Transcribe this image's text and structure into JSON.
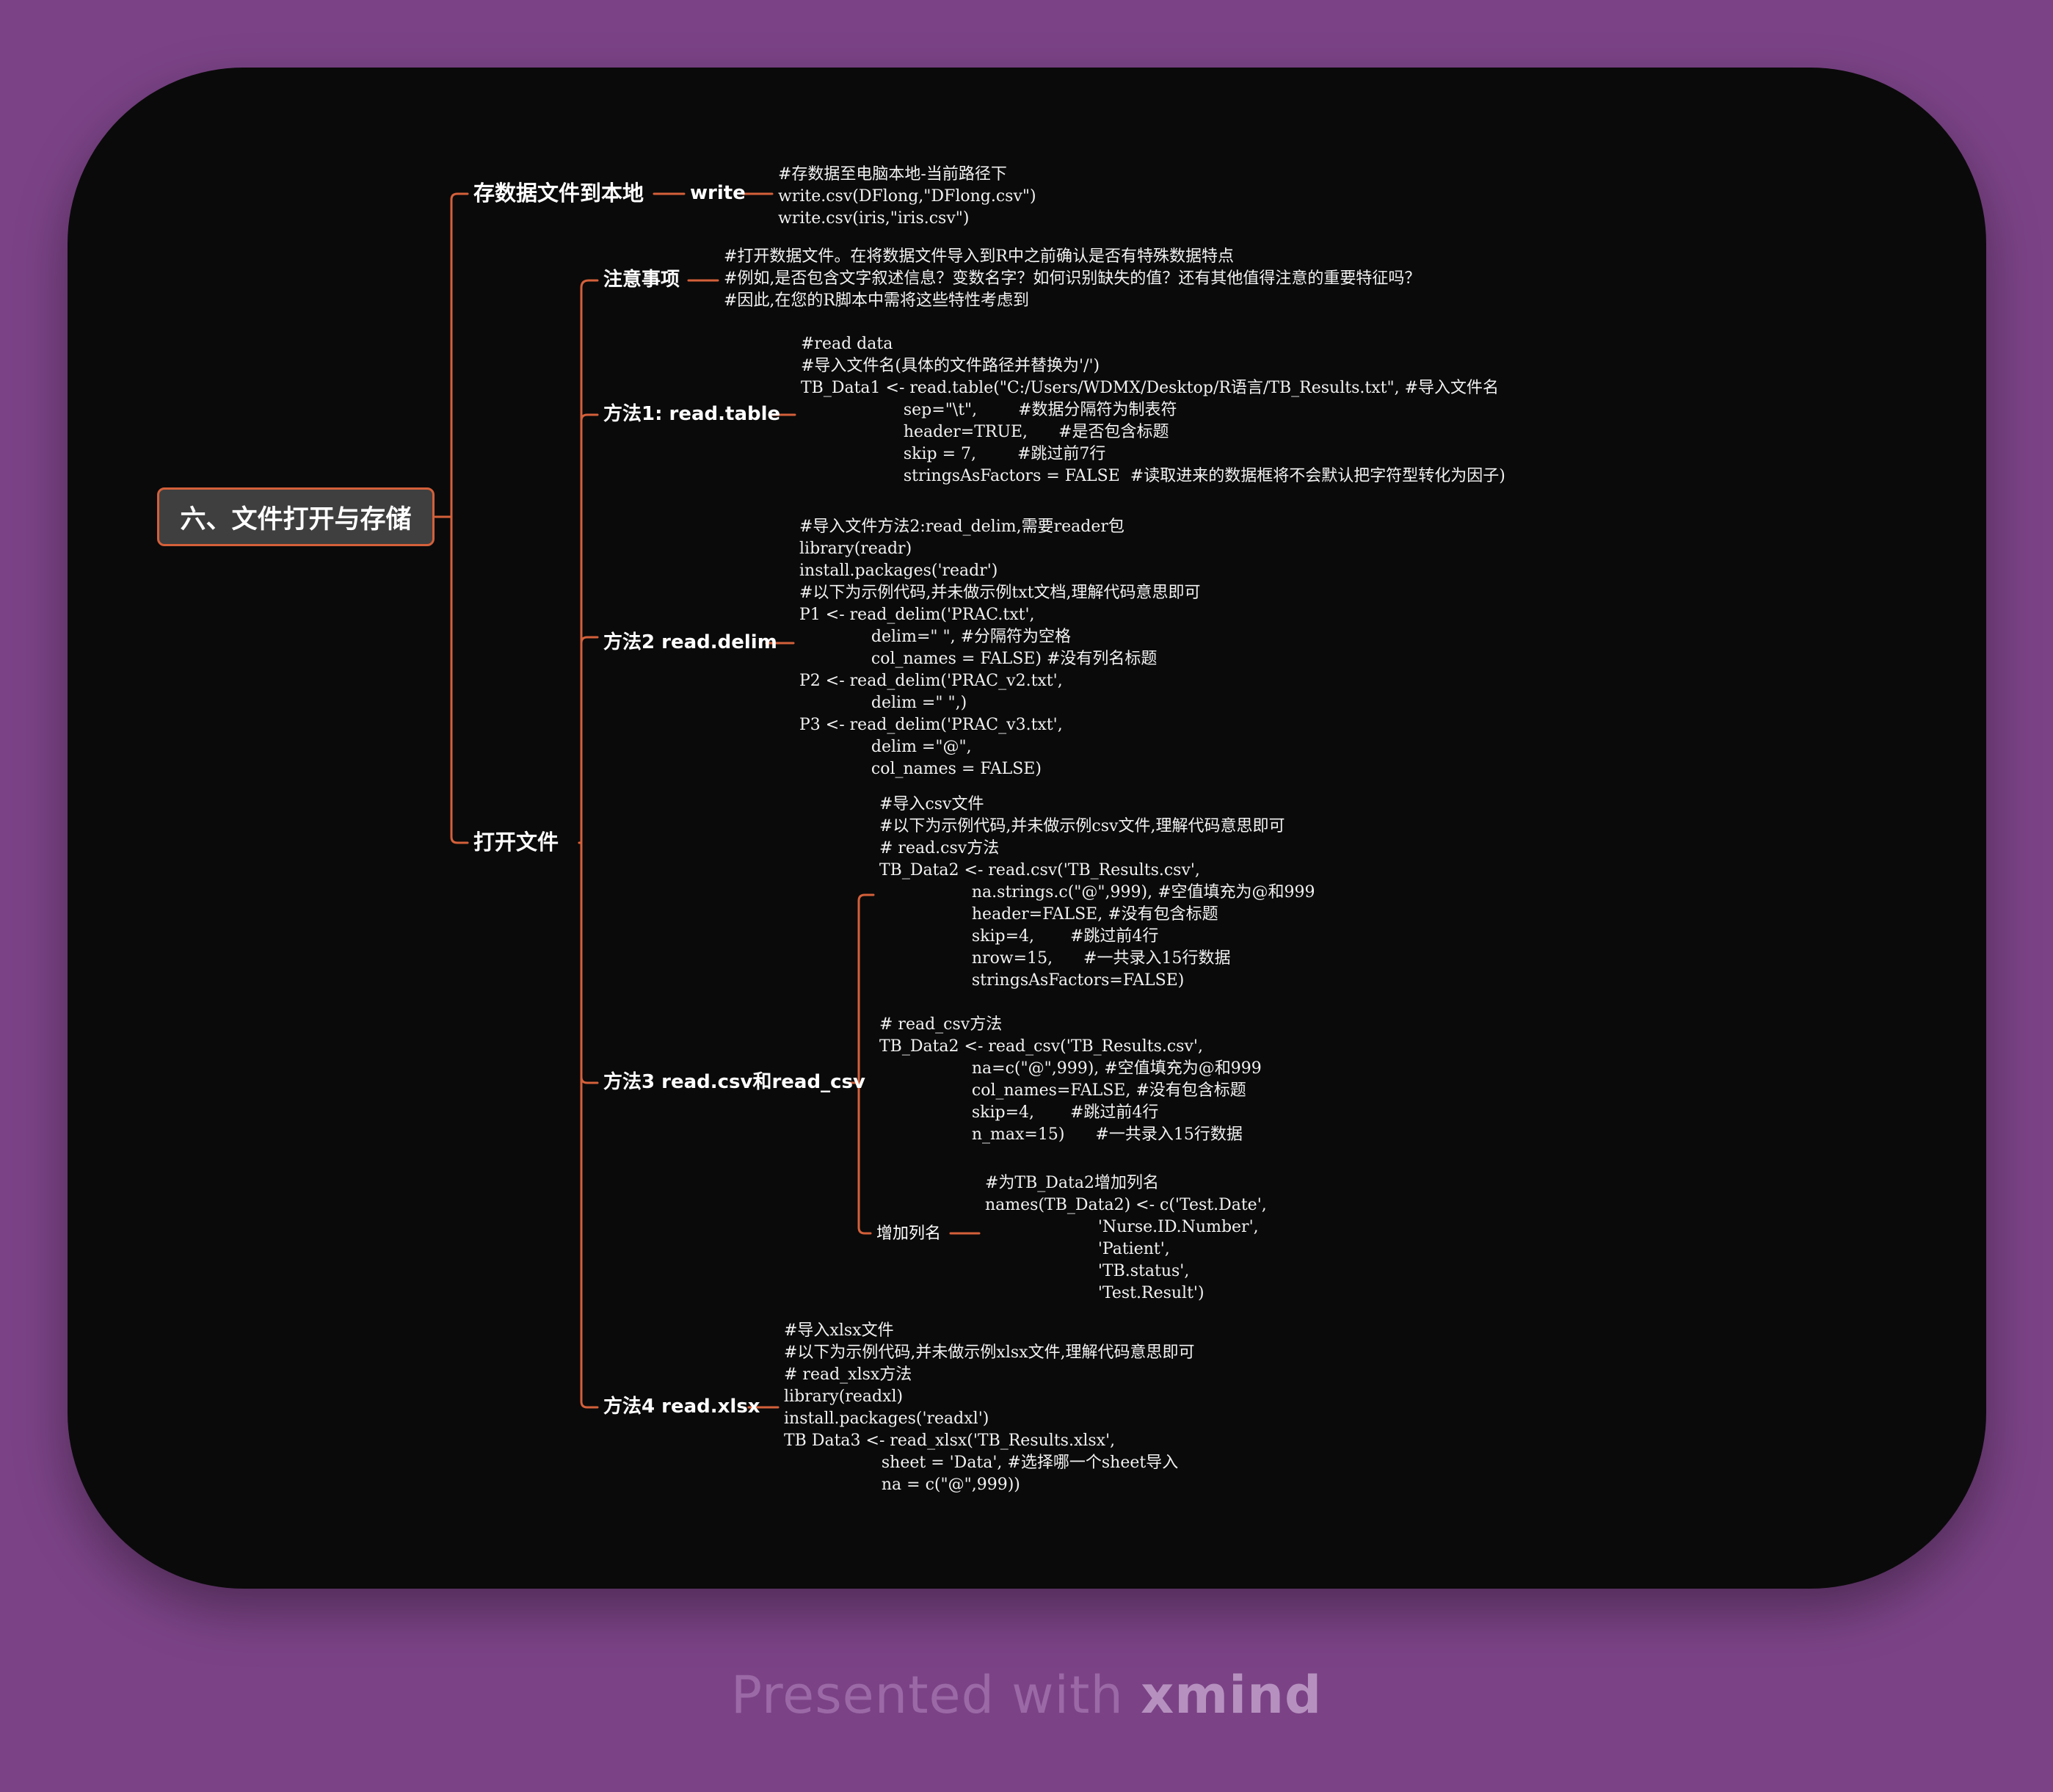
{
  "mindmap": {
    "root": "六、文件打开与存储",
    "save": {
      "title": "存数据文件到本地",
      "child": "write",
      "note": "#存数据至电脑本地-当前路径下\nwrite.csv(DFlong,\"DFlong.csv\")\nwrite.csv(iris,\"iris.csv\")"
    },
    "open": {
      "title": "打开文件",
      "notice": {
        "title": "注意事项",
        "note": "#打开数据文件。在将数据文件导入到R中之前确认是否有特殊数据特点\n#例如,是否包含文字叙述信息？变数名字？如何识别缺失的值？还有其他值得注意的重要特征吗？\n#因此,在您的R脚本中需将这些特性考虑到"
      },
      "method1": {
        "title": "方法1: read.table",
        "note": "#read data\n#导入文件名(具体的文件路径并替换为'/')\nTB_Data1 <- read.table(\"C:/Users/WDMX/Desktop/R语言/TB_Results.txt\", #导入文件名\n                    sep=\"\\t\",        #数据分隔符为制表符\n                    header=TRUE,      #是否包含标题\n                    skip = 7,        #跳过前7行\n                    stringsAsFactors = FALSE  #读取进来的数据框将不会默认把字符型转化为因子)"
      },
      "method2": {
        "title": "方法2 read.delim",
        "note": "#导入文件方法2:read_delim,需要reader包\nlibrary(readr)\ninstall.packages('readr')\n#以下为示例代码,并未做示例txt文档,理解代码意思即可\nP1 <- read_delim('PRAC.txt',\n              delim=\" \", #分隔符为空格\n              col_names = FALSE) #没有列名标题\nP2 <- read_delim('PRAC_v2.txt',\n              delim =\" \",)\nP3 <- read_delim('PRAC_v3.txt',\n              delim =\"@\",\n              col_names = FALSE)"
      },
      "method3": {
        "title": "方法3 read.csv和read_csv",
        "note": "#导入csv文件\n#以下为示例代码,并未做示例csv文件,理解代码意思即可\n# read.csv方法\nTB_Data2 <- read.csv('TB_Results.csv',\n                  na.strings.c(\"@\",999), #空值填充为@和999\n                  header=FALSE, #没有包含标题\n                  skip=4,       #跳过前4行\n                  nrow=15,      #一共录入15行数据\n                  stringsAsFactors=FALSE)\n\n# read_csv方法\nTB_Data2 <- read_csv('TB_Results.csv',\n                  na=c(\"@\",999), #空值填充为@和999\n                  col_names=FALSE, #没有包含标题\n                  skip=4,       #跳过前4行\n                  n_max=15)      #一共录入15行数据",
        "sub": {
          "title": "增加列名",
          "note": "#为TB_Data2增加列名\nnames(TB_Data2) <- c('Test.Date',\n                      'Nurse.ID.Number',\n                      'Patient',\n                      'TB.status',\n                      'Test.Result')"
        }
      },
      "method4": {
        "title": "方法4 read.xlsx",
        "note": "#导入xlsx文件\n#以下为示例代码,并未做示例xlsx文件,理解代码意思即可\n# read_xlsx方法\nlibrary(readxl)\ninstall.packages('readxl')\nTB Data3 <- read_xlsx('TB_Results.xlsx',\n                   sheet = 'Data', #选择哪一个sheet导入\n                   na = c(\"@\",999))"
      }
    }
  },
  "watermark": {
    "prefix": "Presented with ",
    "brand": "xmind"
  },
  "colors": {
    "background": "#7b4386",
    "card": "#0a0a0a",
    "branch": "#d4603a",
    "root_fill": "#3f3f3f"
  }
}
